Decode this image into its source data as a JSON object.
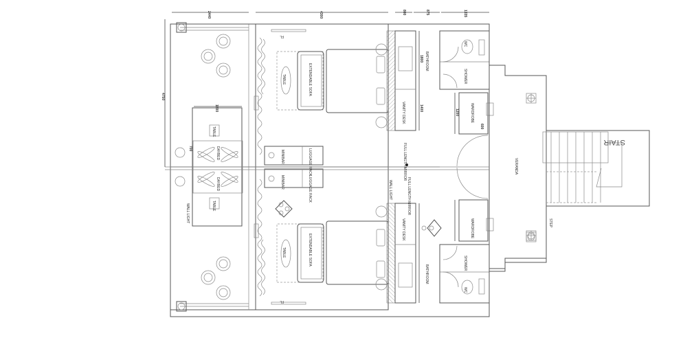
{
  "dimensions": {
    "balcony_width": "2440",
    "room_width": "4300",
    "bath_width": "800",
    "passage_width": "875",
    "wc_width": "1335",
    "unit_depth": "4750",
    "daybed_width": "1800",
    "daybed_gap": "700",
    "vanity_length": "1800",
    "vanity_desk_length": "1400",
    "wardrobe_length": "1200",
    "wardrobe_depth": "600"
  },
  "labels": {
    "bathroom": "BATHROOM",
    "vanity_desk": "VANITY DESK",
    "wardrobe": "WARDROBE",
    "shower": "SHOWER",
    "wc": "WC",
    "full_length_mirror": "FULL LENGTH MIRROR",
    "wall_light": "WALL LIGHT",
    "veranda": "VERANDA",
    "step": "STEP",
    "stair": "STAIR",
    "table": "TABLE",
    "extendable_sofa": "EXTENDABLE SOFA",
    "luggage_rack": "LUGGAGE RACK",
    "minibar": "MINIBAR",
    "daybed": "DAYBED",
    "fl": "FL"
  }
}
